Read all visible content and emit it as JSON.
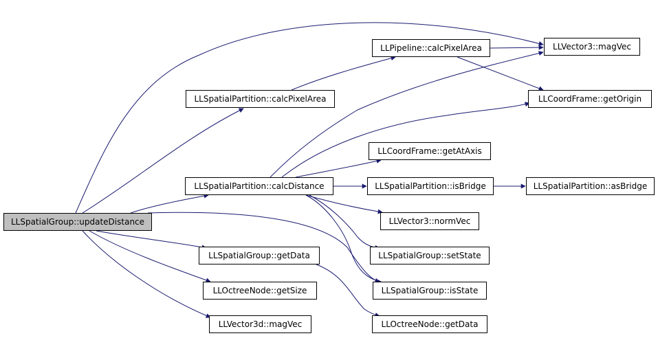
{
  "colors": {
    "edge": "#191970",
    "node_border": "#000000",
    "root_fill": "#bfbfbf"
  },
  "nodes": [
    {
      "id": "n0",
      "label": "LLSpatialGroup::updateDistance",
      "root": true
    },
    {
      "id": "n1",
      "label": "LLSpatialPartition::calcPixelArea"
    },
    {
      "id": "n2",
      "label": "LLPipeline::calcPixelArea"
    },
    {
      "id": "n3",
      "label": "LLVector3::magVec"
    },
    {
      "id": "n4",
      "label": "LLCoordFrame::getOrigin"
    },
    {
      "id": "n5",
      "label": "LLSpatialPartition::calcDistance"
    },
    {
      "id": "n6",
      "label": "LLCoordFrame::getAtAxis"
    },
    {
      "id": "n7",
      "label": "LLSpatialPartition::isBridge"
    },
    {
      "id": "n8",
      "label": "LLSpatialPartition::asBridge"
    },
    {
      "id": "n9",
      "label": "LLVector3::normVec"
    },
    {
      "id": "n10",
      "label": "LLSpatialGroup::setState"
    },
    {
      "id": "n11",
      "label": "LLSpatialGroup::isState"
    },
    {
      "id": "n12",
      "label": "LLSpatialGroup::getData"
    },
    {
      "id": "n13",
      "label": "LLOctreeNode::getSize"
    },
    {
      "id": "n14",
      "label": "LLOctreeNode::getData"
    },
    {
      "id": "n15",
      "label": "LLVector3d::magVec"
    }
  ],
  "edges": [
    {
      "from": "n0",
      "to": "n3"
    },
    {
      "from": "n0",
      "to": "n1"
    },
    {
      "from": "n0",
      "to": "n5"
    },
    {
      "from": "n0",
      "to": "n12"
    },
    {
      "from": "n0",
      "to": "n13"
    },
    {
      "from": "n0",
      "to": "n15"
    },
    {
      "from": "n0",
      "to": "n11"
    },
    {
      "from": "n1",
      "to": "n2"
    },
    {
      "from": "n2",
      "to": "n3"
    },
    {
      "from": "n2",
      "to": "n4"
    },
    {
      "from": "n5",
      "to": "n3"
    },
    {
      "from": "n5",
      "to": "n4"
    },
    {
      "from": "n5",
      "to": "n6"
    },
    {
      "from": "n5",
      "to": "n7"
    },
    {
      "from": "n5",
      "to": "n9"
    },
    {
      "from": "n5",
      "to": "n10"
    },
    {
      "from": "n5",
      "to": "n11"
    },
    {
      "from": "n7",
      "to": "n8"
    },
    {
      "from": "n12",
      "to": "n14"
    }
  ]
}
